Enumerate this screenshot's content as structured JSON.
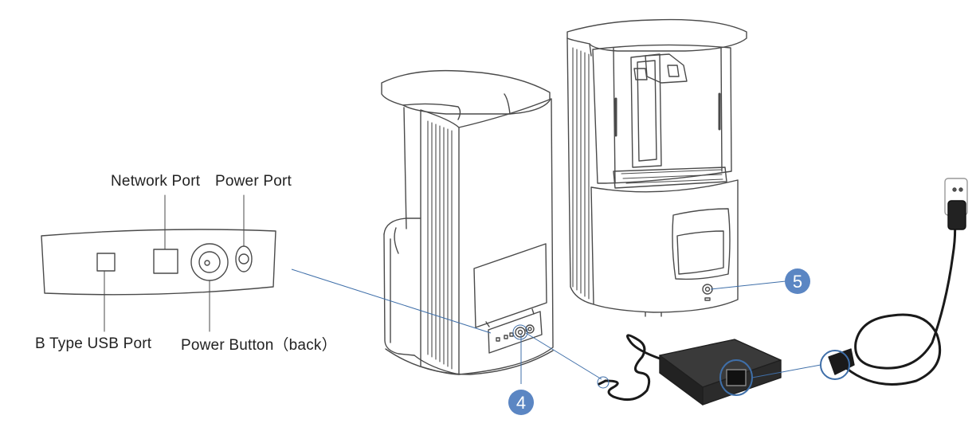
{
  "labels": {
    "network_port": "Network Port",
    "power_port": "Power Port",
    "usb_port": "B Type USB Port",
    "power_button": "Power Button（back）"
  },
  "callouts": {
    "four": "4",
    "five": "5"
  },
  "colors": {
    "accent": "#5b86c3",
    "line": "#3f6fa9",
    "outline": "#4a4a4a",
    "adapter": "#2b2b2b"
  }
}
